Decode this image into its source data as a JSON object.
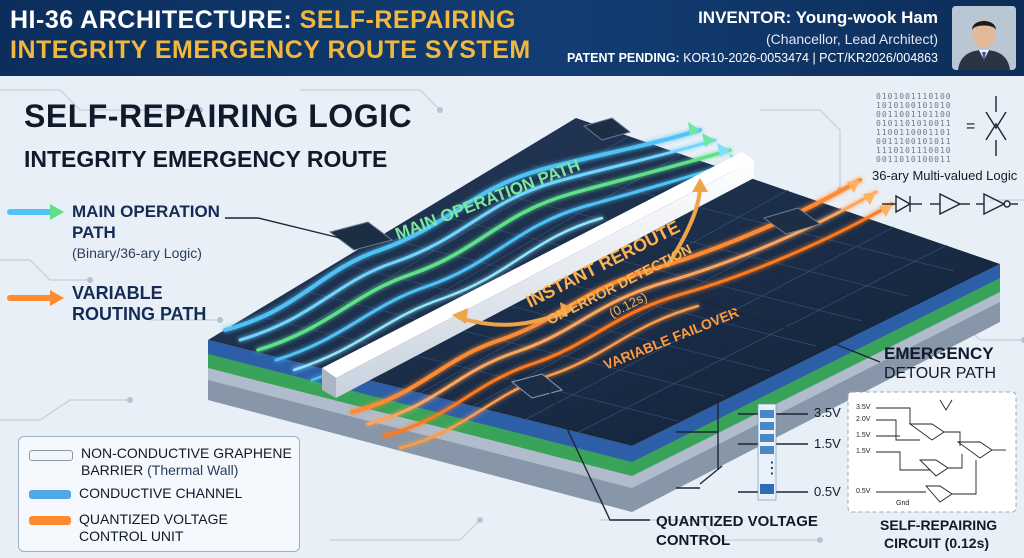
{
  "header": {
    "title_line1_white": "HI-36 ARCHITECTURE: ",
    "title_line1_gold": "SELF-REPAIRING",
    "title_line2_gold": "INTEGRITY EMERGENCY ROUTE SYSTEM",
    "inventor_label": "INVENTOR:",
    "inventor_name": "Young-wook Ham",
    "inventor_role": "(Chancellor, Lead Architect)",
    "patent_label": "PATENT PENDING:",
    "patent_numbers": "KOR10-2026-0053474 | PCT/KR2026/004863"
  },
  "heading": {
    "line1": "SELF-REPAIRING LOGIC",
    "line2": "INTEGRITY EMERGENCY ROUTE"
  },
  "labels": {
    "main_path_title": "MAIN OPERATION",
    "main_path_title2": "PATH",
    "main_path_sub": "(Binary/36-ary Logic)",
    "variable_title": "VARIABLE",
    "variable_title2": "ROUTING PATH",
    "on_chip_main": "MAIN OPERATION PATH",
    "reroute_line1": "INSTANT REROUTE",
    "reroute_line2": "ON ERROR DETECTION",
    "reroute_line3": "(0.12s)",
    "variable_failover": "VARIABLE FAILOVER",
    "emergency_title": "EMERGENCY",
    "emergency_sub": "DETOUR PATH",
    "qv_control_line1": "QUANTIZED VOLTAGE",
    "qv_control_line2": "CONTROL",
    "multi_valued": "36-ary Multi-valued Logic",
    "equals": "=",
    "circuit_title": "SELF-REPAIRING",
    "circuit_sub": "CIRCUIT (0.12s)"
  },
  "voltages": {
    "high": "3.5V",
    "mid": "1.5V",
    "low": "0.5V",
    "dots": "⋮"
  },
  "mini_circuit": {
    "v1": "3.5V",
    "v2": "2.0V",
    "v3": "1.5V",
    "v4": "1.5V",
    "v5": "0.5V",
    "gnd": "Gnd"
  },
  "binary": [
    "0101001110100",
    "1010100101010",
    "0011001101100",
    "0101101010011",
    "1100110001101",
    "0011100101011",
    "1110101110010",
    "0011010100011"
  ],
  "legend": {
    "item1_line1": "NON-CONDUCTIVE GRAPHENE",
    "item1_line2": "BARRIER",
    "item1_sub": "(Thermal Wall)",
    "item2": "CONDUCTIVE CHANNEL",
    "item3_line1": "QUANTIZED VOLTAGE",
    "item3_line2": "CONTROL UNIT"
  },
  "colors": {
    "header_bg": "#0b2e5c",
    "title_gold": "#f2b73d",
    "main_path": "#4fc3f7",
    "main_path_green": "#5ee08a",
    "variable_path": "#ff8a30",
    "barrier": "#f3f6fa",
    "chip_body": "#1c2d44"
  },
  "icons": [
    "avatar-photo",
    "diode-icon",
    "buffer-gate-icon",
    "inverter-gate-icon",
    "microchip-icon"
  ]
}
